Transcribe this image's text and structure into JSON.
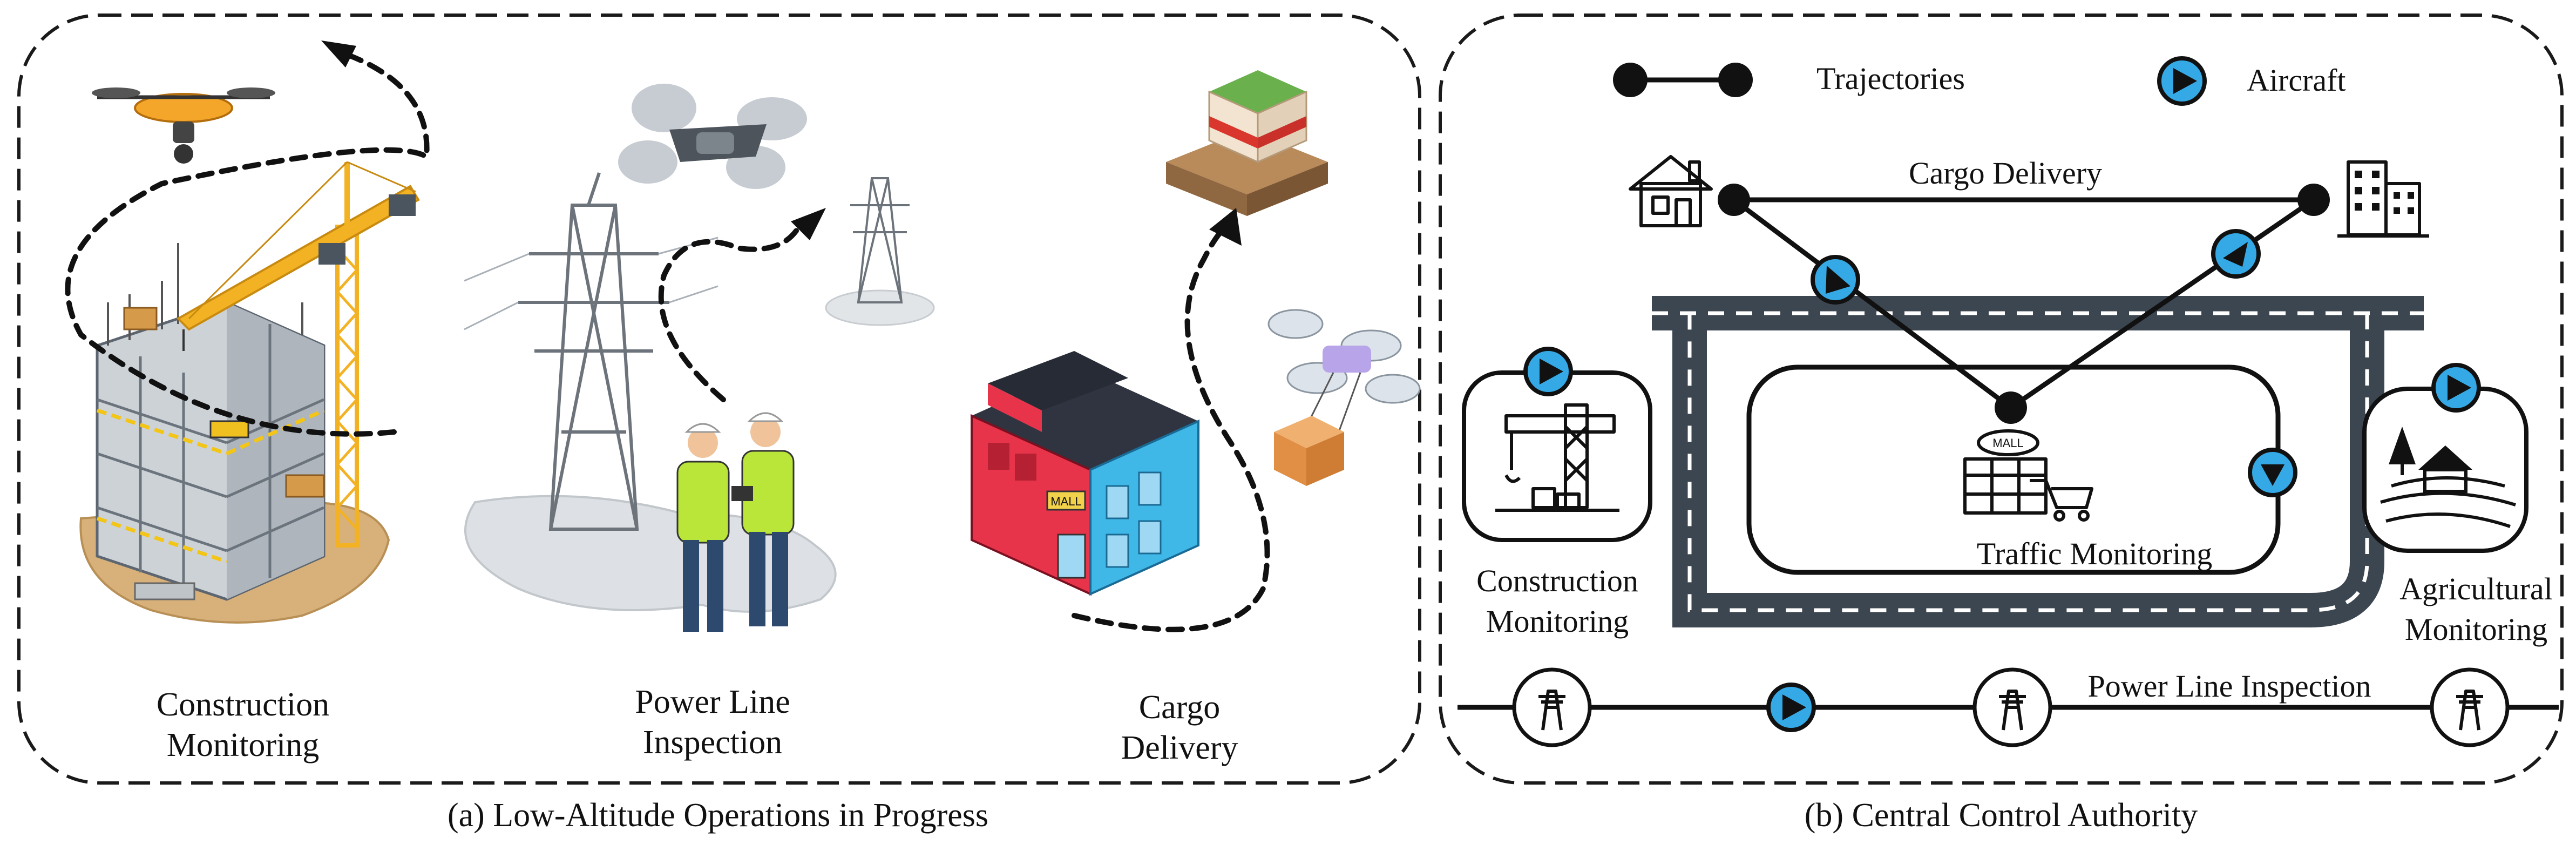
{
  "panel_a": {
    "caption": "(a) Low-Altitude Operations in Progress",
    "scenes": {
      "construction": {
        "label_line1": "Construction",
        "label_line2": "Monitoring"
      },
      "power_line": {
        "label_line1": "Power Line",
        "label_line2": "Inspection"
      },
      "cargo": {
        "label_line1": "Cargo",
        "label_line2": "Delivery"
      }
    },
    "mall_sign": "MALL"
  },
  "panel_b": {
    "caption": "(b) Central Control Authority",
    "legend": {
      "trajectories": "Trajectories",
      "aircraft": "Aircraft"
    },
    "routes": {
      "cargo_delivery": "Cargo Delivery",
      "traffic_monitoring": "Traffic Monitoring",
      "power_line_inspection": "Power Line Inspection"
    },
    "zones": {
      "construction": {
        "label_line1": "Construction",
        "label_line2": "Monitoring"
      },
      "agricultural": {
        "label_line1": "Agricultural",
        "label_line2": "Monitoring"
      }
    },
    "mall_icon_text": "MALL"
  },
  "colors": {
    "aircraft_fill": "#35a9e6",
    "road": "#3c4650",
    "vest": "#b9e639",
    "crane": "#f2b223",
    "mall_red": "#e8344a",
    "mall_blue": "#3fb8e8"
  }
}
